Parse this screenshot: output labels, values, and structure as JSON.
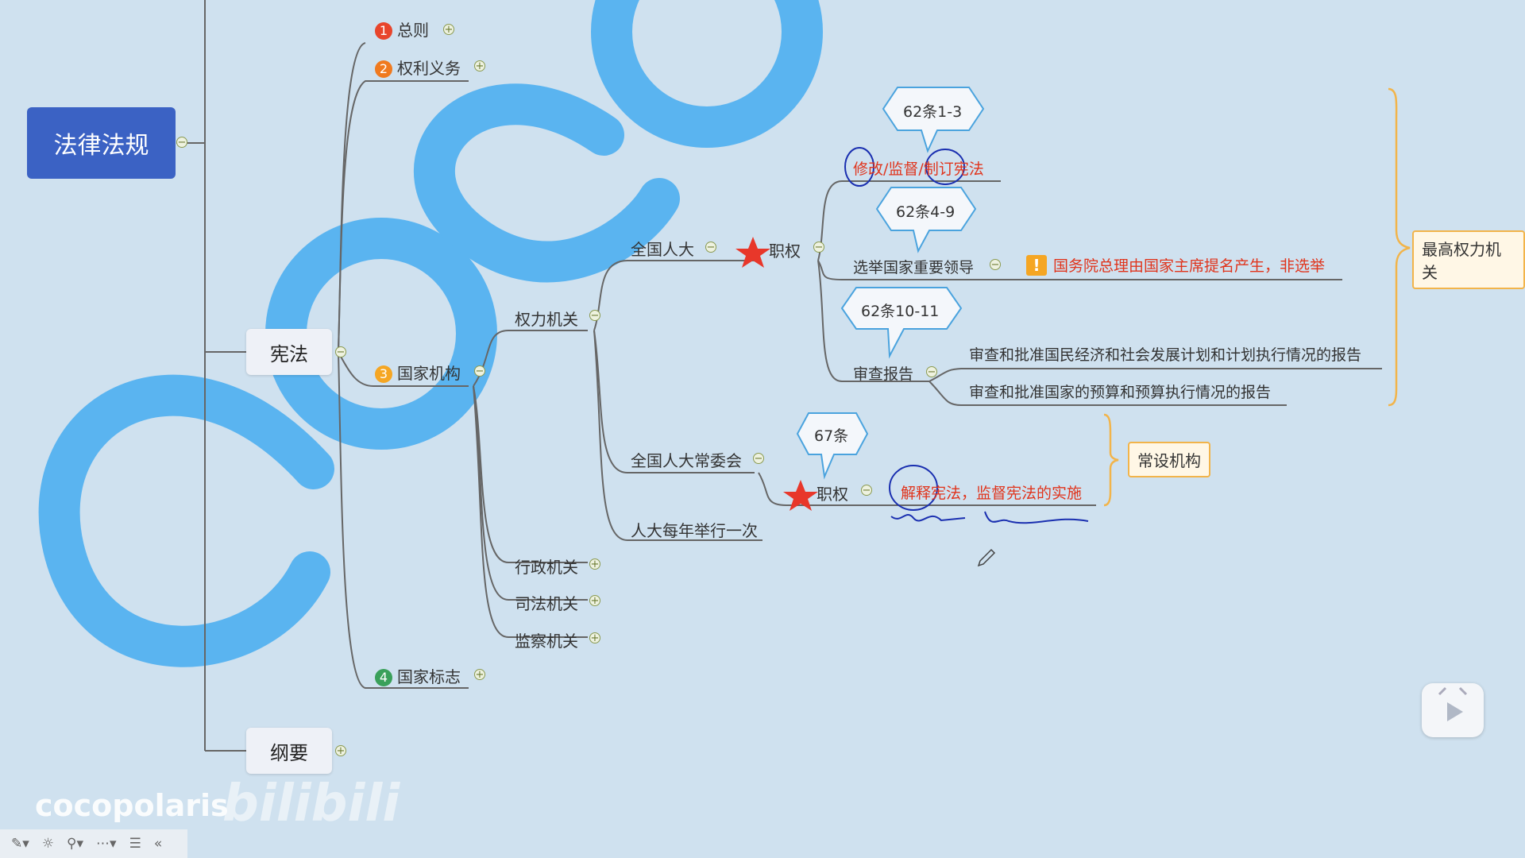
{
  "root": {
    "label": "法律法规"
  },
  "level1": {
    "xianfa": "宪法",
    "gangyao": "纲要"
  },
  "branches": {
    "zongze": {
      "num": "1",
      "label": "总则"
    },
    "quanli": {
      "num": "2",
      "label": "权利义务"
    },
    "jigou": {
      "num": "3",
      "label": "国家机构"
    },
    "biaozhi": {
      "num": "4",
      "label": "国家标志"
    }
  },
  "organs": {
    "quanli_jiguan": "权力机关",
    "xingzheng": "行政机关",
    "sifa": "司法机关",
    "jiancha": "监察机关"
  },
  "npc": {
    "label": "全国人大",
    "zhiquan": "职权",
    "callout1": "62条1-3",
    "item1": "修改/监督/制订宪法",
    "callout2": "62条4-9",
    "item2": "选举国家重要领导",
    "warn_mark": "!",
    "warning": "国务院总理由国家主席提名产生，非选举",
    "callout3": "62条10-11",
    "item3": "审查报告",
    "report1": "审查和批准国民经济和社会发展计划和计划执行情况的报告",
    "report2": "审查和批准国家的预算和预算执行情况的报告",
    "summary": "最高权力机关"
  },
  "npcsc": {
    "label": "全国人大常委会",
    "zhiquan": "职权",
    "callout": "67条",
    "item": "解释宪法，监督宪法的实施",
    "summary": "常设机构"
  },
  "annual": "人大每年举行一次",
  "watermark": "cocopolaris",
  "brand": "bilibili",
  "colors": {
    "num1": "#e8452c",
    "num2": "#f07a1f",
    "num3": "#f5a623",
    "num4": "#3aa05a",
    "root": "#3b62c4",
    "red_text": "#e0341c"
  }
}
